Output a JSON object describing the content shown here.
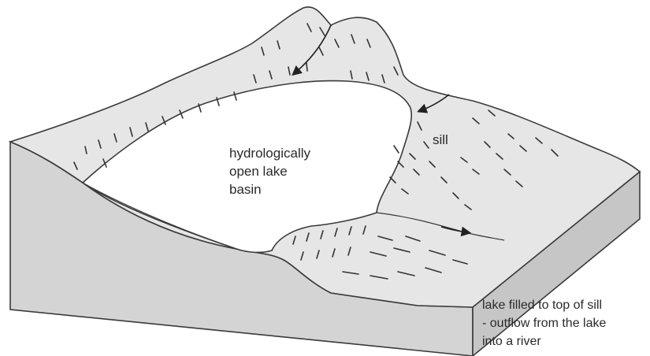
{
  "labels": {
    "lake": [
      "hydrologically",
      "open lake",
      "basin"
    ],
    "sill": "sill",
    "outflow": [
      "lake filled to top of sill",
      "- outflow from the lake",
      "into a river"
    ]
  },
  "colors": {
    "terrain_top": "#e6e6e6",
    "terrain_side_front": "#d4d4d4",
    "terrain_side_right": "#c6c6c6",
    "lake": "#ffffff",
    "outline": "#3a3a3a",
    "hachure": "#333333"
  },
  "icons": [
    "flow-arrow-icon"
  ]
}
